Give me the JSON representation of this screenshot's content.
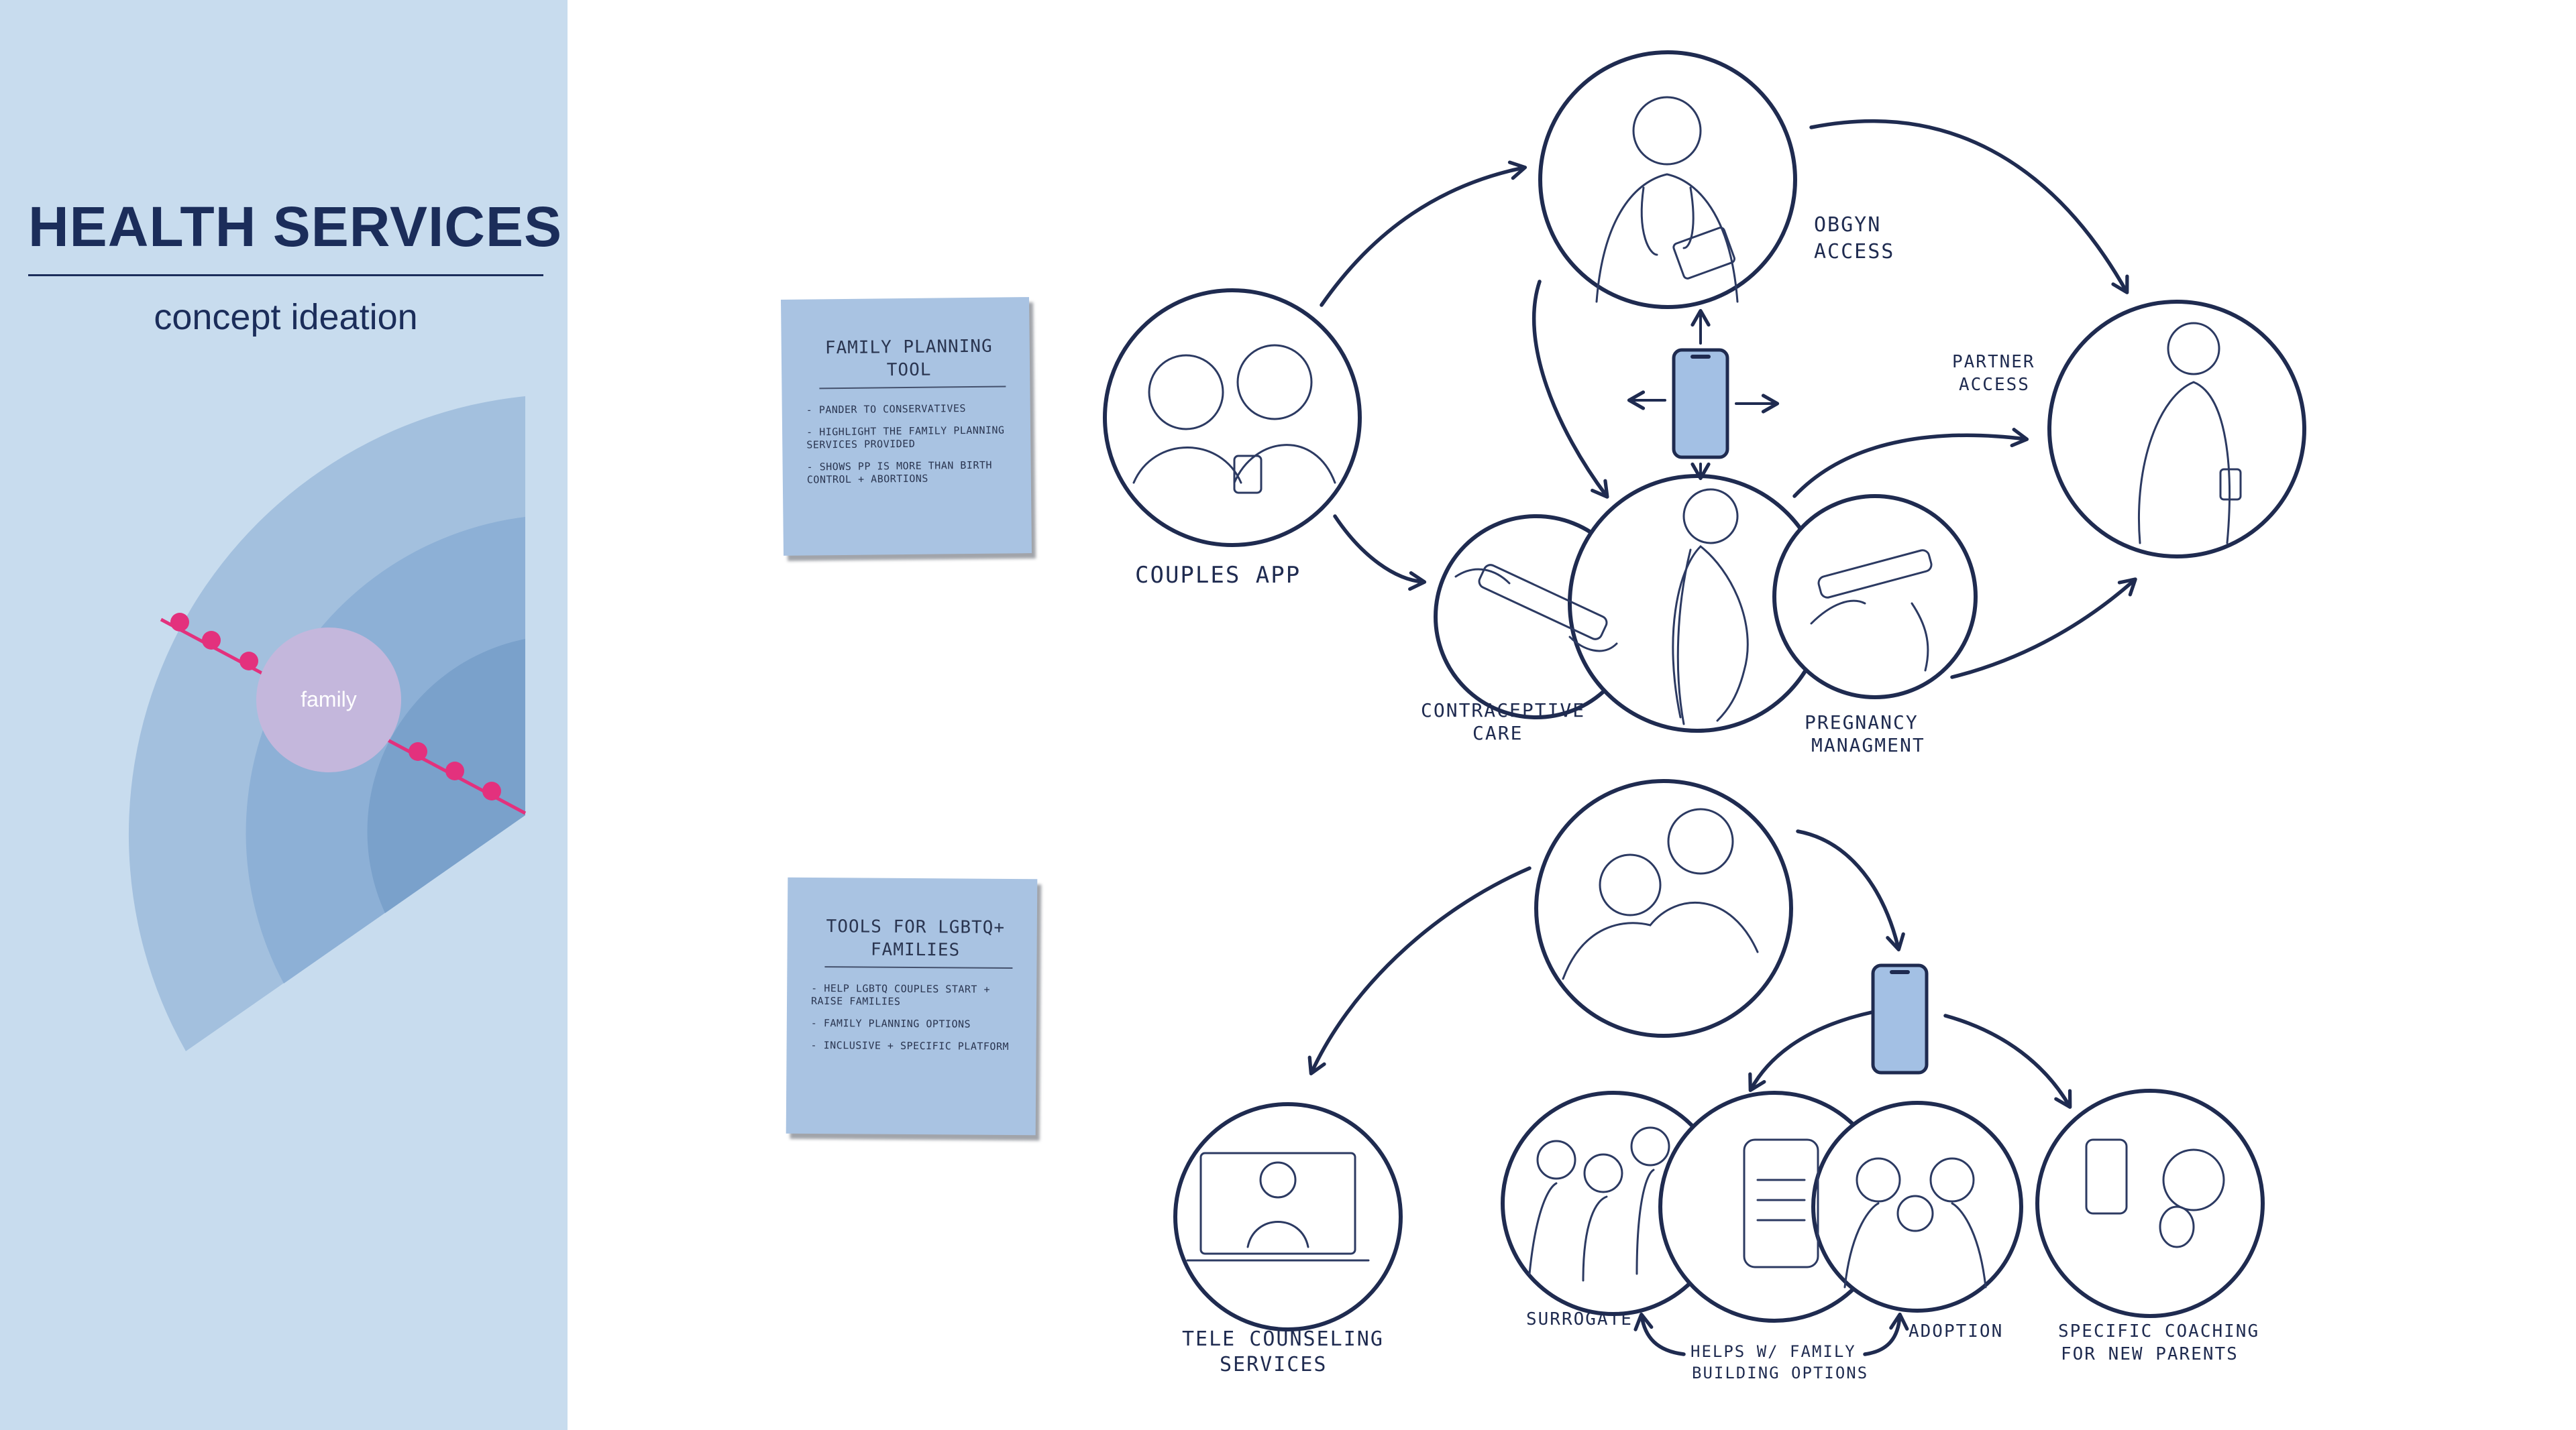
{
  "header": {
    "title": "HEALTH SERVICES",
    "subtitle": "concept ideation"
  },
  "fan": {
    "center_label": "family",
    "colors": {
      "outer": "#a3c0de",
      "middle": "#8db0d6",
      "inner": "#7aa1cb",
      "center": "#c4b7dc",
      "line": "#e3317d"
    }
  },
  "sticky_notes": [
    {
      "title": "Family Planning Tool",
      "items": [
        "- Pander to conservatives",
        "- Highlight the family planning services provided",
        "- Shows PP is more than birth control + abortions"
      ]
    },
    {
      "title": "Tools for LGBTQ+ Families",
      "items": [
        "- Help LGBTQ couples start + raise families",
        "- Family planning options",
        "- Inclusive + specific platform"
      ]
    }
  ],
  "diagram_top": {
    "labels": {
      "couples_app": "Couples App",
      "obgyn": [
        "OBGYN",
        "Access"
      ],
      "partner": [
        "Partner",
        "Access"
      ],
      "contraceptive": [
        "Contraceptive",
        "Care"
      ],
      "pregnancy": [
        "Pregnancy",
        "Managment"
      ]
    }
  },
  "diagram_bottom": {
    "labels": {
      "tele": [
        "Tele Counseling",
        "Services"
      ],
      "surrogate": "Surrogate",
      "helps": [
        "Helps w/ family",
        "building options"
      ],
      "adoption": "Adoption",
      "coaching": [
        "Specific coaching",
        "for new parents"
      ]
    }
  },
  "colors": {
    "sidebar": "#c8dcee",
    "ink": "#1f2b50",
    "note": "#a9c3e2",
    "phone": "#a3c0e4"
  }
}
